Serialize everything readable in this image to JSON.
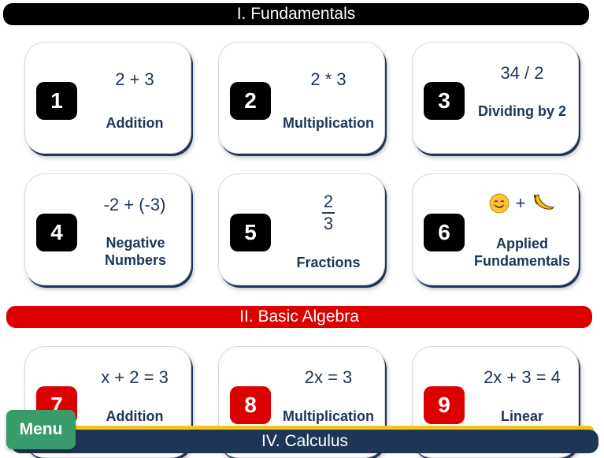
{
  "sections": {
    "fundamentals": "I. Fundamentals",
    "basic_algebra": "II. Basic Algebra",
    "calculus": "IV. Calculus"
  },
  "cards": [
    {
      "number": "1",
      "expr": "2 + 3",
      "title": "Addition"
    },
    {
      "number": "2",
      "expr": "2 * 3",
      "title": "Multiplication"
    },
    {
      "number": "3",
      "expr": "34 / 2",
      "title": "Dividing by 2"
    },
    {
      "number": "4",
      "expr": "-2 + (-3)",
      "title": "Negative Numbers"
    },
    {
      "number": "5",
      "frac_num": "2",
      "frac_den": "3",
      "title": "Fractions"
    },
    {
      "number": "6",
      "expr_op": "+",
      "title": "Applied Fundamentals",
      "icons": [
        "smiling-face-icon",
        "banana-icon"
      ]
    },
    {
      "number": "7",
      "expr": "x + 2 = 3",
      "title": "Addition"
    },
    {
      "number": "8",
      "expr": "2x = 3",
      "title": "Multiplication"
    },
    {
      "number": "9",
      "expr": "2x + 3 = 4",
      "title": "Linear"
    }
  ],
  "menu": {
    "label": "Menu"
  },
  "colors": {
    "fundamentals_header": "#000000",
    "algebra_header": "#dd0000",
    "calculus_header": "#1d3557",
    "calculus_accent": "#f5c518",
    "menu_button": "#3a9b6b",
    "text": "#1d3557"
  }
}
